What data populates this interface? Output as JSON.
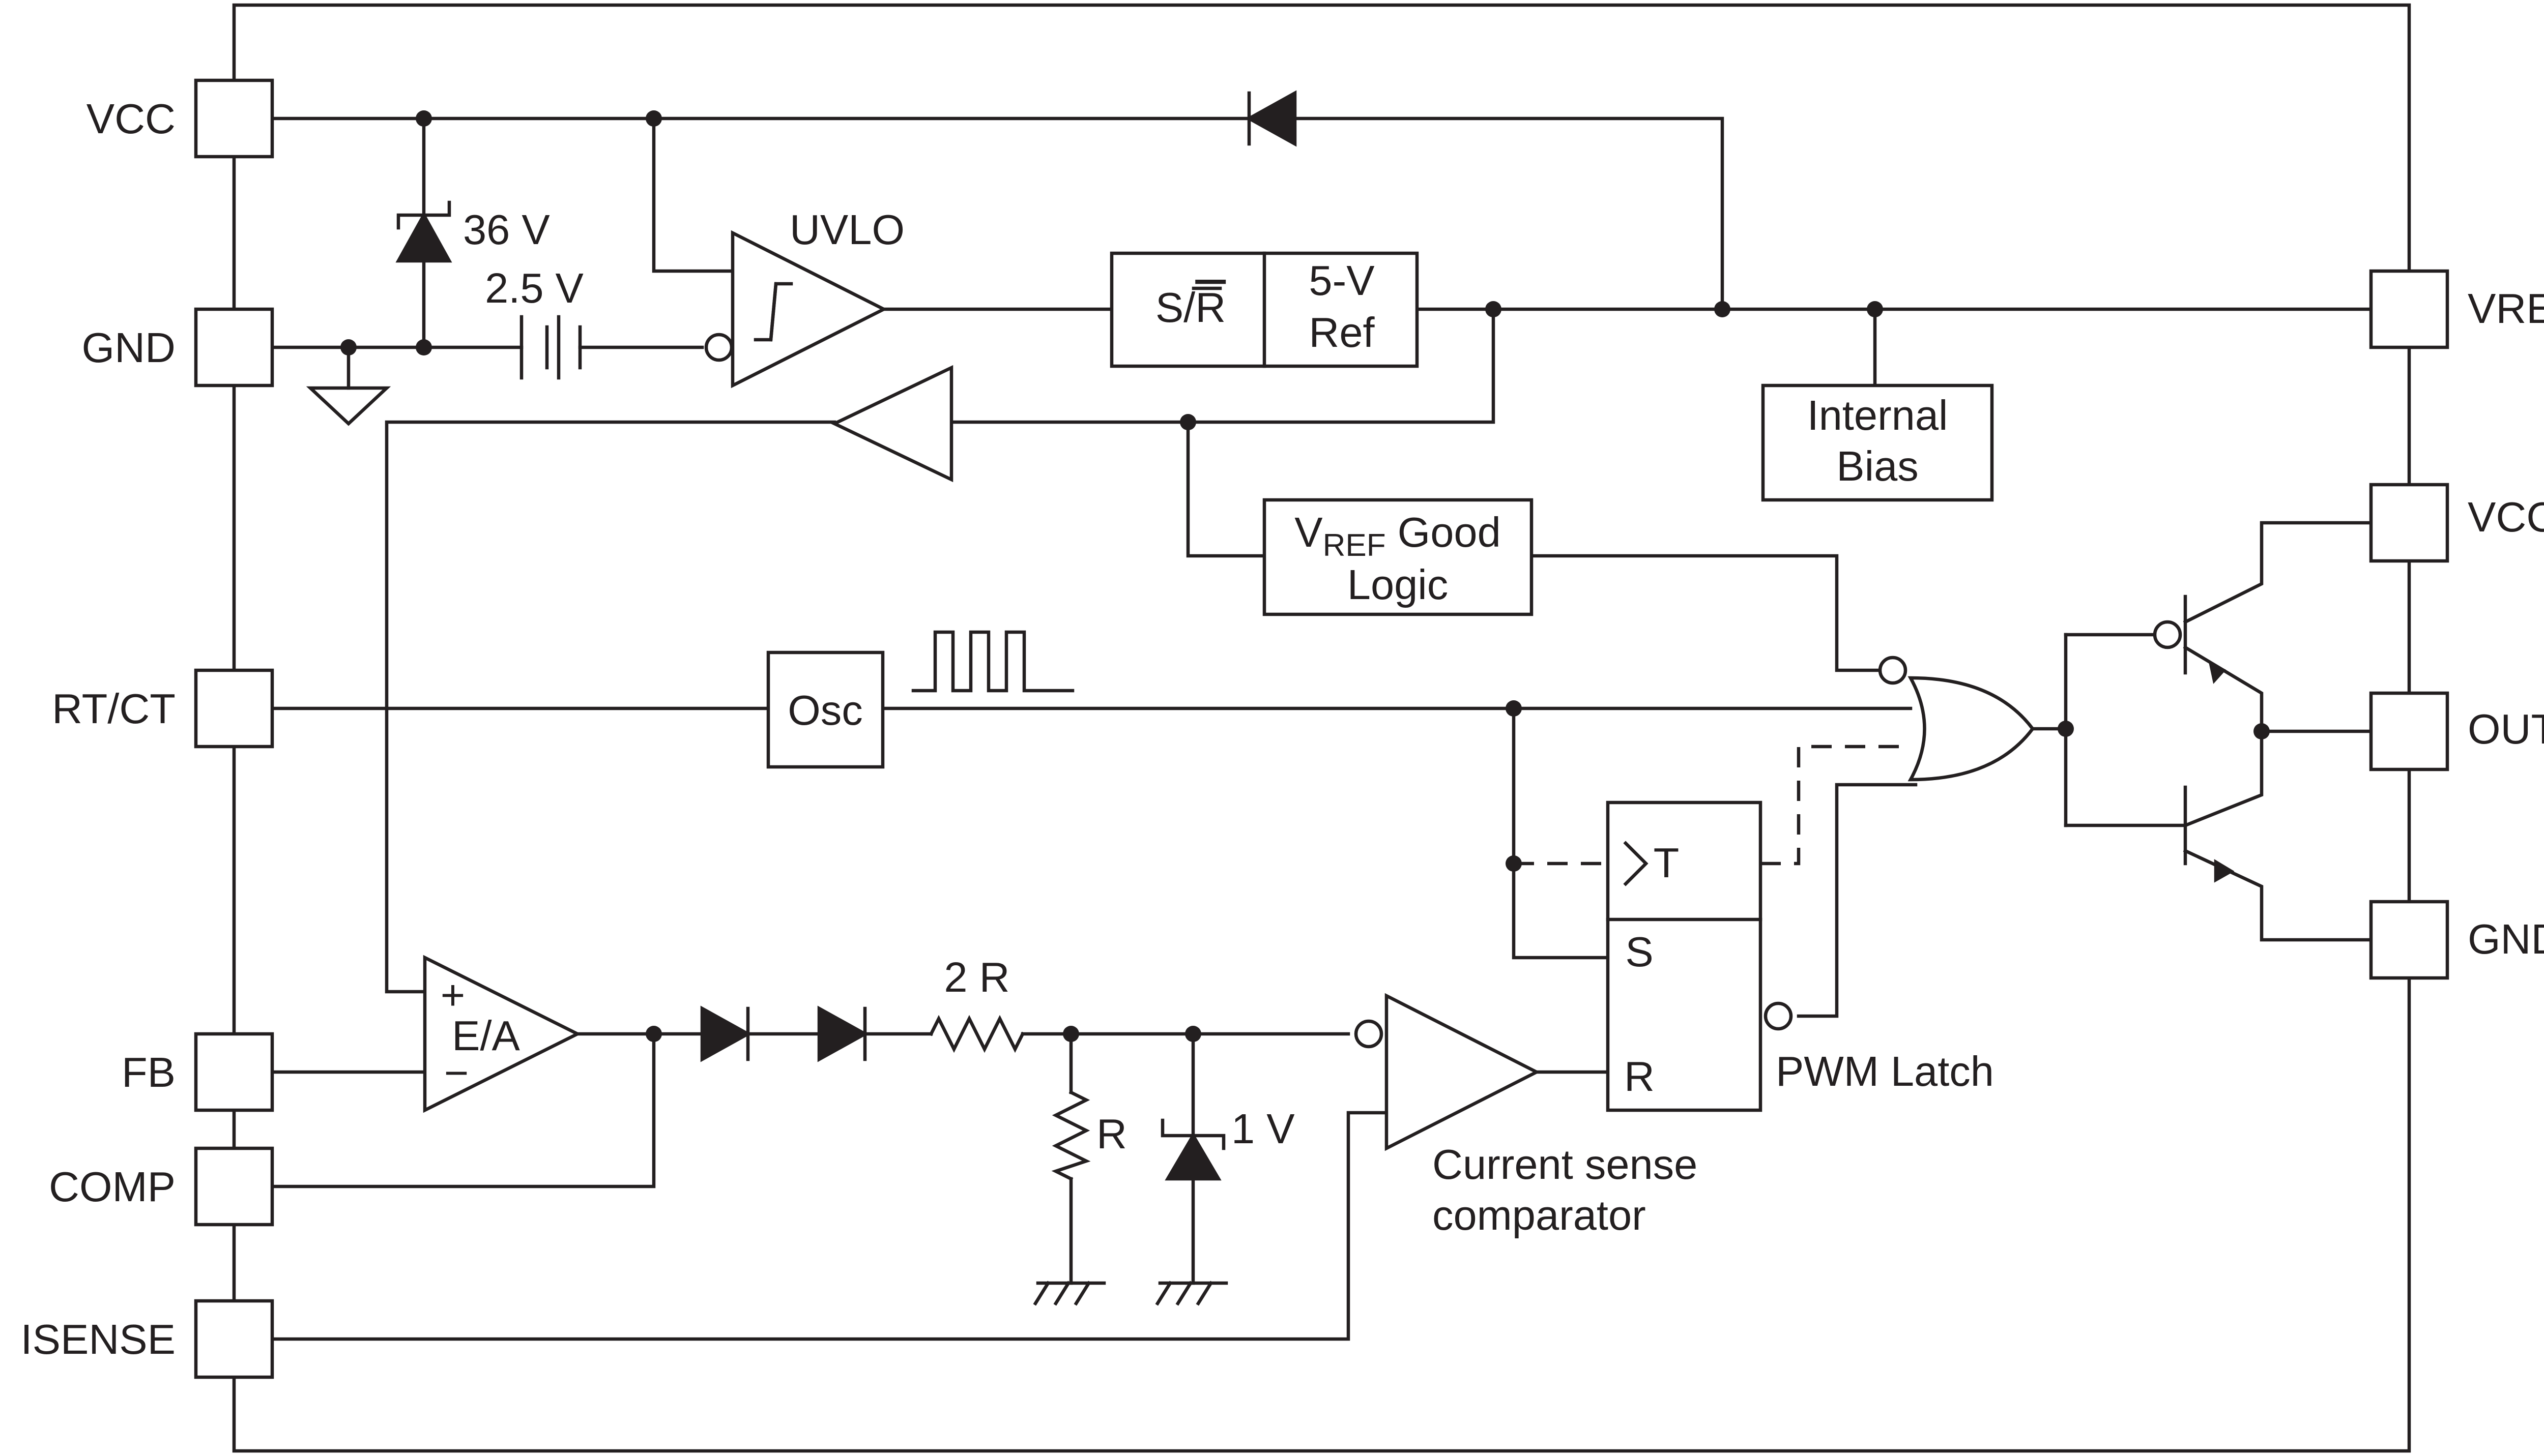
{
  "pins_left": {
    "vcc": "VCC",
    "gnd": "GND",
    "rtct": "RT/CT",
    "fb": "FB",
    "comp": "COMP",
    "isense": "ISENSE"
  },
  "pins_right": {
    "vref": "VREF",
    "vcc": "VCC",
    "output": "OUTPUT",
    "gnd": "GND"
  },
  "blocks": {
    "uvlo": "UVLO",
    "sr_prefix": "S/",
    "sr_bar": "R",
    "ref_line1": "5-V",
    "ref_line2": "Ref",
    "bias_line1": "Internal",
    "bias_line2": "Bias",
    "vref_good_v": "V",
    "vref_good_sub": "REF",
    "vref_good_rest": " Good",
    "vref_good_line2": "Logic",
    "osc": "Osc",
    "ea": "E/A",
    "ea_plus": "+",
    "ea_minus": "−",
    "latch_t": "T",
    "latch_s": "S",
    "latch_r": "R",
    "latch_name": "PWM Latch",
    "cs_line1": "Current sense",
    "cs_line2": "comparator"
  },
  "components": {
    "zener": "36 V",
    "battery": "2.5 V",
    "res_series": "2 R",
    "res_shunt": "R",
    "zener_clamp": "1 V"
  }
}
